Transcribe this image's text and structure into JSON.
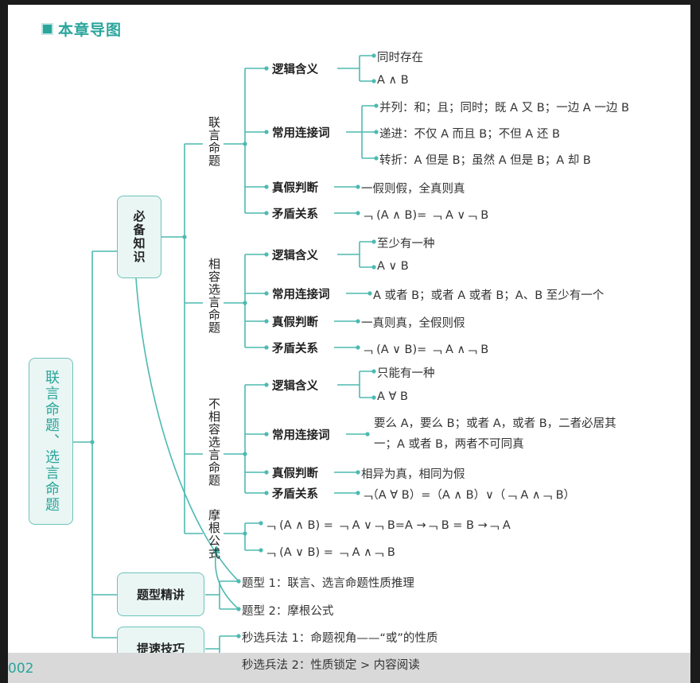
{
  "title": "本章导图",
  "page_number": "002",
  "root": "联言命题、选言命题",
  "branches": {
    "bibei": "必备知识",
    "tixing": "题型精讲",
    "tisu": "提速技巧"
  },
  "subgroups": {
    "lianyan": "联言命题",
    "xiangrong": "相容选言命题",
    "buxiangrong": "不相容选言命题",
    "mogen": "摩根公式"
  },
  "lianyan": {
    "luoji": "逻辑含义",
    "luoji_leaf1": "同时存在",
    "luoji_leaf2": "A ∧ B",
    "changyong": "常用连接词",
    "changyong_leaf1": "并列：和；且；同时；既 A 又 B；一边 A 一边 B",
    "changyong_leaf2": "递进：不仅 A 而且 B；不但 A 还 B",
    "changyong_leaf3": "转折：A 但是 B；虽然 A 但是 B；A 却 B",
    "zhenjia": "真假判断",
    "zhenjia_leaf": "一假则假，全真则真",
    "maodun": "矛盾关系",
    "maodun_leaf": "﹁ (A ∧ B)= ﹁ A ∨﹁ B"
  },
  "xiangrong": {
    "luoji": "逻辑含义",
    "luoji_leaf1": "至少有一种",
    "luoji_leaf2": "A ∨ B",
    "changyong": "常用连接词",
    "changyong_leaf": "A 或者 B；或者 A 或者 B；A、B 至少有一个",
    "zhenjia": "真假判断",
    "zhenjia_leaf": "一真则真，全假则假",
    "maodun": "矛盾关系",
    "maodun_leaf": "﹁ (A ∨ B)= ﹁ A ∧﹁ B"
  },
  "buxiangrong": {
    "luoji": "逻辑含义",
    "luoji_leaf1": "只能有一种",
    "luoji_leaf2": "A ∀ B",
    "changyong": "常用连接词",
    "changyong_leaf": "要么 A，要么 B；或者 A，或者 B，二者必居其一；A 或者 B，两者不可同真",
    "zhenjia": "真假判断",
    "zhenjia_leaf": "相异为真，相同为假",
    "maodun": "矛盾关系",
    "maodun_leaf": "﹁（A ∀ B）=（A ∧ B）∨（﹁ A ∧﹁ B）"
  },
  "mogen": {
    "leaf1": "﹁ (A ∧ B) = ﹁ A ∨﹁ B=A →﹁ B = B →﹁ A",
    "leaf2": "﹁ (A ∨ B) = ﹁ A ∧﹁ B"
  },
  "tixing": {
    "leaf1": "题型 1：联言、选言命题性质推理",
    "leaf2": "题型 2：摩根公式"
  },
  "tisu": {
    "leaf1": "秒选兵法 1：命题视角——“或”的性质",
    "leaf2": "秒选兵法 2：性质锁定 > 内容阅读"
  },
  "colors": {
    "accent": "#2aa59c",
    "line": "#4dbab0",
    "box_fill": "#eaf6f4"
  }
}
